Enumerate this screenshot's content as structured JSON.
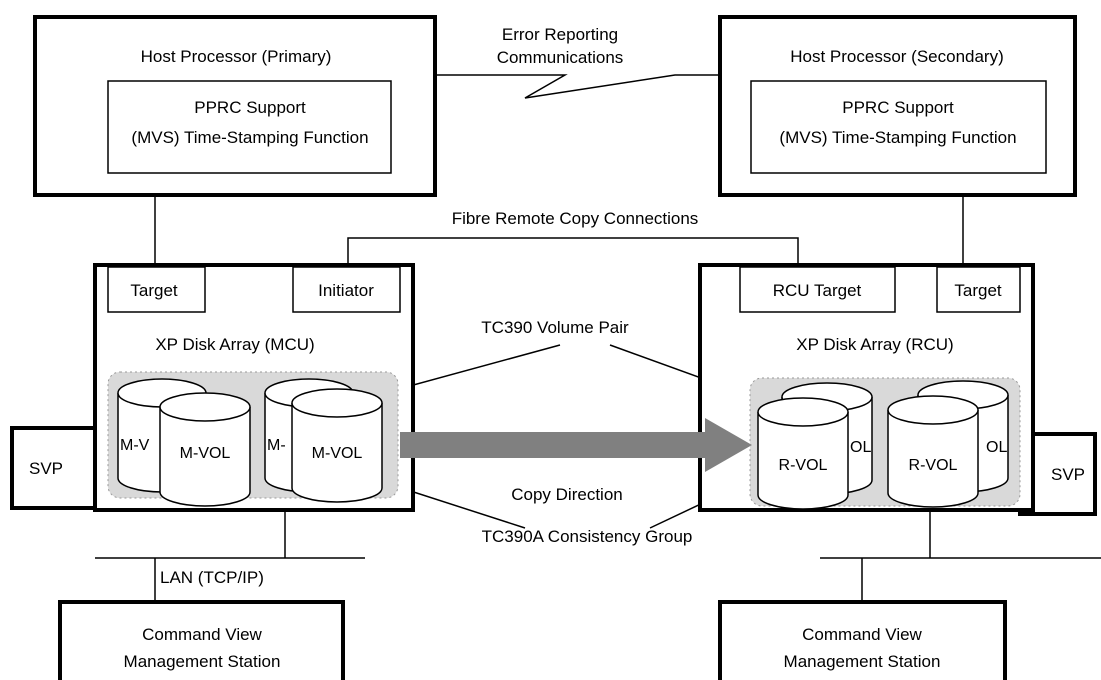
{
  "error_link": {
    "line1": "Error Reporting",
    "line2": "Communications"
  },
  "host_primary": {
    "title": "Host Processor (Primary)",
    "support_line1": "PPRC Support",
    "support_line2": "(MVS) Time-Stamping Function"
  },
  "host_secondary": {
    "title": "Host Processor (Secondary)",
    "support_line1": "PPRC Support",
    "support_line2": "(MVS) Time-Stamping Function"
  },
  "fibre_link": {
    "label": "Fibre Remote Copy Connections"
  },
  "mcu": {
    "target_port": "Target",
    "initiator_port": "Initiator",
    "title": "XP Disk Array (MCU)",
    "volumes": [
      "M-V",
      "M-VOL",
      "M-",
      "M-VOL"
    ]
  },
  "rcu": {
    "rcu_target_port": "RCU Target",
    "target_port": "Target",
    "title": "XP Disk Array (RCU)",
    "volumes": [
      "R-VOL",
      "OL",
      "R-VOL",
      "OL"
    ]
  },
  "svp_left": "SVP",
  "svp_right": "SVP",
  "annotations": {
    "volume_pair": "TC390 Volume Pair",
    "copy_direction": "Copy Direction",
    "consistency_group": "TC390A Consistency Group",
    "lan": "LAN (TCP/IP)"
  },
  "station_left": {
    "line1": "Command View",
    "line2": "Management Station"
  },
  "station_right": {
    "line1": "Command View",
    "line2": "Management Station"
  },
  "colors": {
    "consistency_group_fill": "#d9d9d9",
    "arrow_fill": "#808080"
  }
}
